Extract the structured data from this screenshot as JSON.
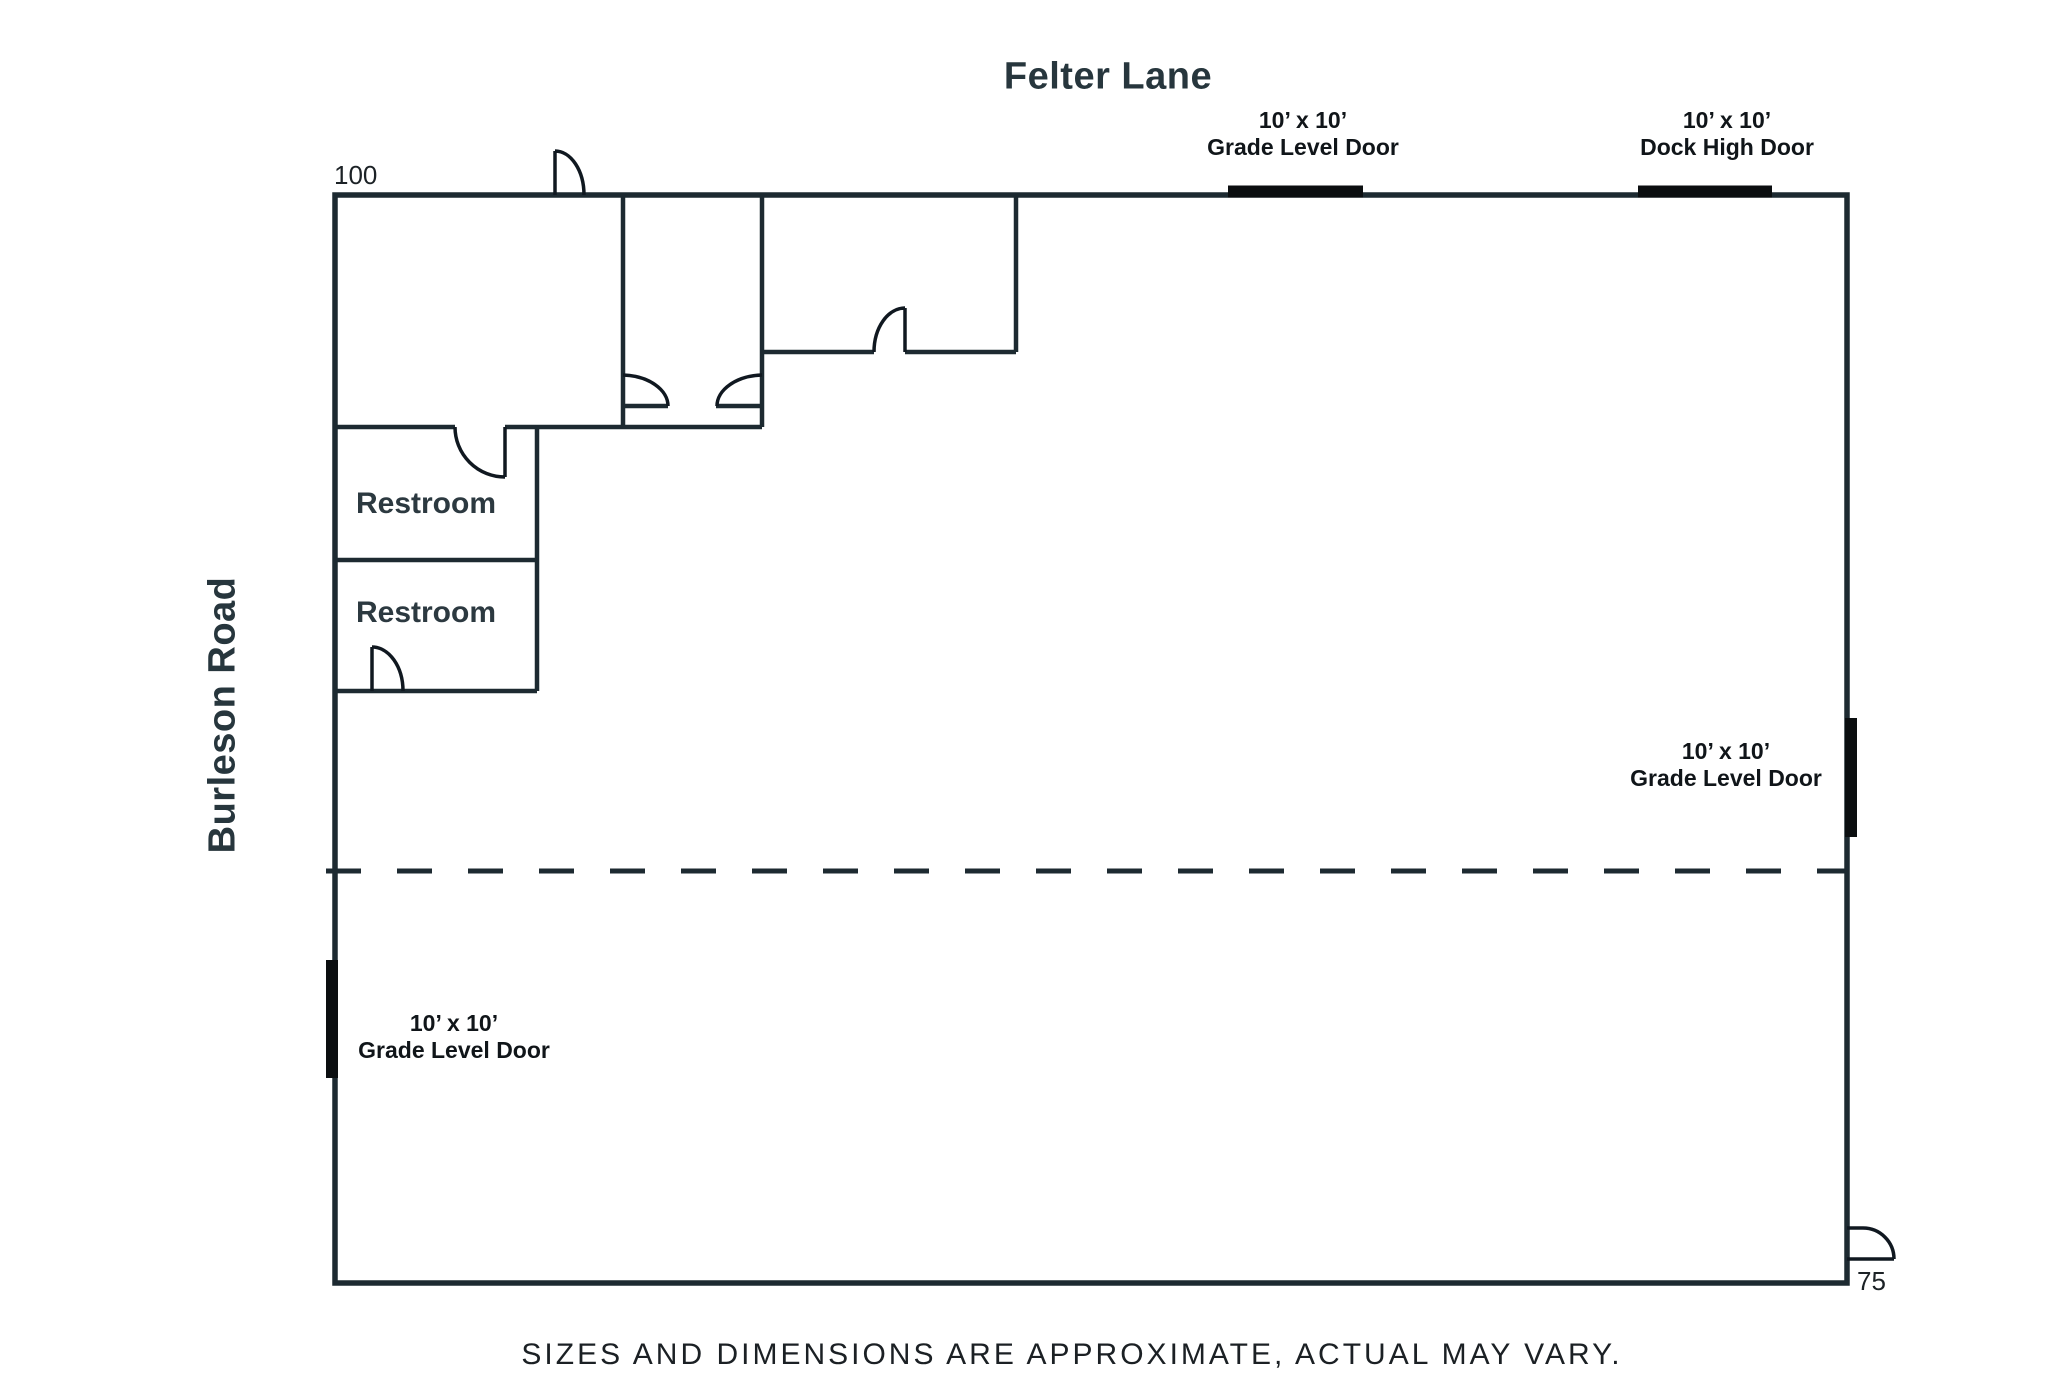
{
  "streets": {
    "top": "Felter Lane",
    "left": "Burleson Road"
  },
  "dimensions": {
    "top_left": "100",
    "bottom_right": "75"
  },
  "rooms": [
    {
      "label": "Restroom"
    },
    {
      "label": "Restroom"
    }
  ],
  "door_labels": {
    "top_grade": {
      "size": "10’ x 10’",
      "type": "Grade Level Door"
    },
    "top_dock": {
      "size": "10’ x 10’",
      "type": "Dock High Door"
    },
    "right_grade": {
      "size": "10’ x 10’",
      "type": "Grade Level Door"
    },
    "left_grade": {
      "size": "10’ x 10’",
      "type": "Grade Level Door"
    }
  },
  "disclaimer": "SIZES AND DIMENSIONS ARE APPROXIMATE, ACTUAL MAY VARY.",
  "colors": {
    "wall": "#1d2a31",
    "door_line": "#101820",
    "door_bar": "#0b0e10",
    "street_text": "#27363d",
    "room_text": "#2c3940",
    "label_text": "#101519",
    "dim_text": "#1c2226",
    "disclaimer_text": "#1b2024",
    "background": "#ffffff"
  }
}
